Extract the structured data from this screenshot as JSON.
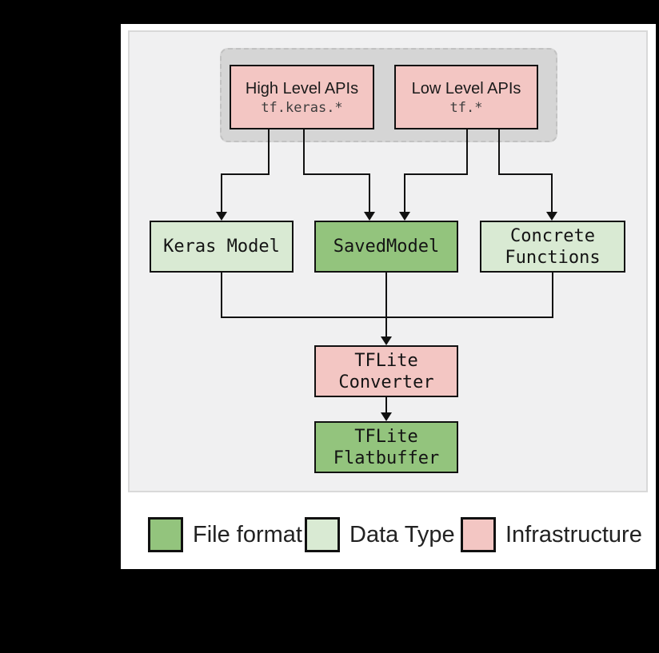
{
  "colors": {
    "background": "#000000",
    "page_bg": "#ffffff",
    "panel_bg": "#f0f0f1",
    "panel_border": "#d9d9d9",
    "group_bg": "#d5d5d5",
    "group_border": "#c2c2c2",
    "connector": "#111111",
    "infrastructure_pink": "#f3c6c3",
    "file_format_green": "#93c47d",
    "data_type_green": "#d9ead3"
  },
  "diagram": {
    "nodes": {
      "high_apis": {
        "title": "High Level APIs",
        "code": "tf.keras.*"
      },
      "low_apis": {
        "title": "Low Level APIs",
        "code": "tf.*"
      },
      "keras_model": {
        "label": "Keras Model"
      },
      "saved_model": {
        "label": "SavedModel"
      },
      "concrete_functions": {
        "line1": "Concrete",
        "line2": "Functions"
      },
      "tflite_converter": {
        "line1": "TFLite",
        "line2": "Converter"
      },
      "tflite_flatbuffer": {
        "line1": "TFLite",
        "line2": "Flatbuffer"
      }
    }
  },
  "legend": {
    "items": [
      {
        "label": "File format",
        "color": "#93c47d"
      },
      {
        "label": "Data Type",
        "color": "#d9ead3"
      },
      {
        "label": "Infrastructure",
        "color": "#f3c6c3"
      }
    ]
  }
}
